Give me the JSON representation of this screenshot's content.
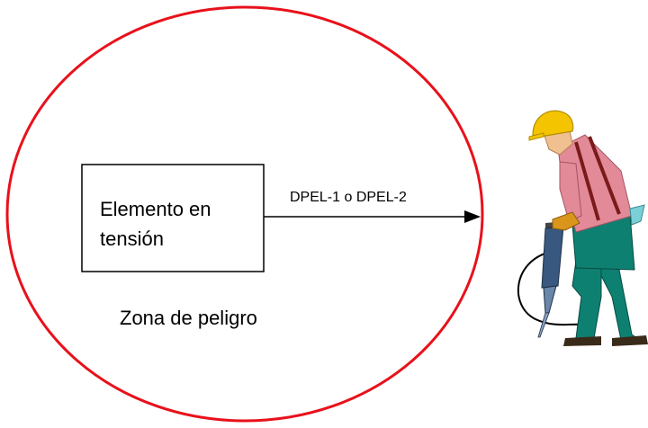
{
  "diagram": {
    "element_label": "Elemento en tensión",
    "arrow_label": "DPEL-1 o DPEL-2",
    "zone_label": "Zona de peligro"
  },
  "colors": {
    "zone_border": "#e8111b",
    "helmet": "#f5c400",
    "shirt": "#e38a98",
    "pants": "#0e8071",
    "suspenders": "#7a1a1a",
    "skin": "#f0c090",
    "glove": "#d9961a",
    "tool_body": "#39587f",
    "cable": "#000000"
  },
  "figure": {
    "worker_icon": "worker-with-jackhammer-icon"
  }
}
